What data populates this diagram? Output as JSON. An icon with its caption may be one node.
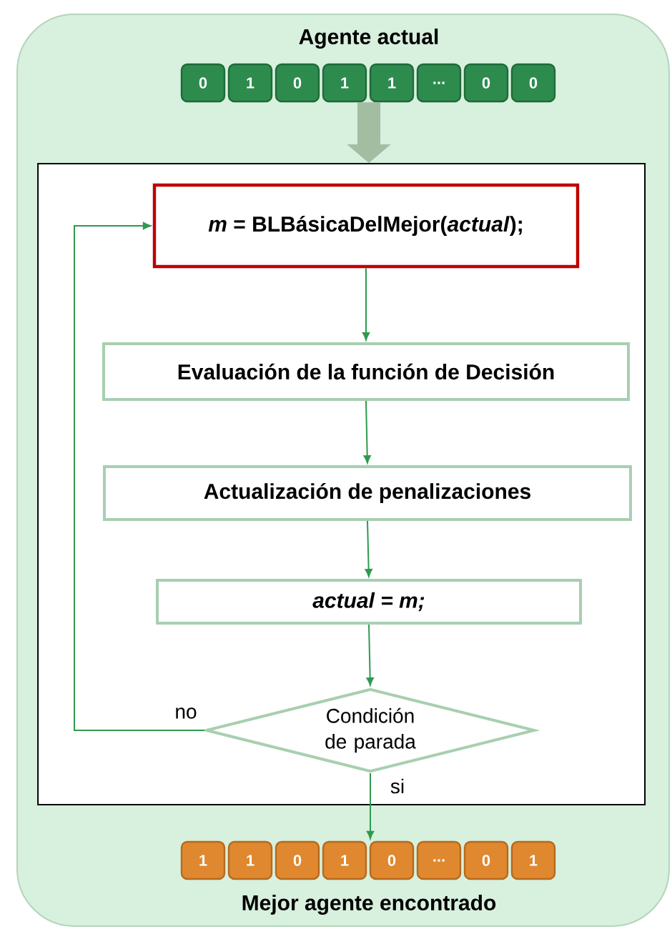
{
  "diagram": {
    "nodes": [
      {
        "text": [
          "0"
        ]
      },
      {
        "text": [
          "1"
        ]
      },
      {
        "text": [
          "0"
        ]
      },
      {
        "text": [
          "1"
        ]
      },
      {
        "text": [
          "1"
        ]
      },
      {
        "text": [
          "..."
        ]
      },
      {
        "text": [
          "0"
        ]
      },
      {
        "text": [
          "0"
        ]
      },
      {
        "text": [],
        "shape": "box"
      },
      {
        "text": [
          "*m* = BLBásicaDelMejor(*actual*);"
        ],
        "in": 8
      },
      {
        "text": [
          "Evaluación de la función de Decisión"
        ],
        "in": 8
      },
      {
        "text": [
          "Actualización de penalizaciones"
        ],
        "in": 8
      },
      {
        "text": [
          "actual = m;"
        ],
        "in": 8
      },
      {
        "text": [
          "Condición de parada"
        ],
        "in": 8
      },
      {
        "text": [
          "1"
        ]
      },
      {
        "text": [
          "1"
        ]
      },
      {
        "text": [
          "0"
        ]
      },
      {
        "text": [
          "1"
        ]
      },
      {
        "text": [
          "0"
        ]
      },
      {
        "text": [
          "..."
        ]
      },
      {
        "text": [
          "0"
        ]
      },
      {
        "text": [
          "1"
        ]
      }
    ],
    "edges": [
      {
        "from": 3,
        "to": 8,
        "arrow": "to",
        "style": "thick",
        "color": "#a3bda3"
      },
      {
        "from": 9,
        "to": 10,
        "arrow": "to"
      },
      {
        "from": 10,
        "to": 11,
        "arrow": "to"
      },
      {
        "from": 11,
        "to": 12,
        "arrow": "to"
      },
      {
        "from": 12,
        "to": 13,
        "arrow": "to"
      },
      {
        "from": 13,
        "to": 9,
        "arrow": "to",
        "label": "no"
      },
      {
        "from": 13,
        "to": 18,
        "arrow": "to",
        "label": "si"
      }
    ],
    "labels": [
      "Agente actual",
      "Mejor agente encontrado"
    ]
  }
}
